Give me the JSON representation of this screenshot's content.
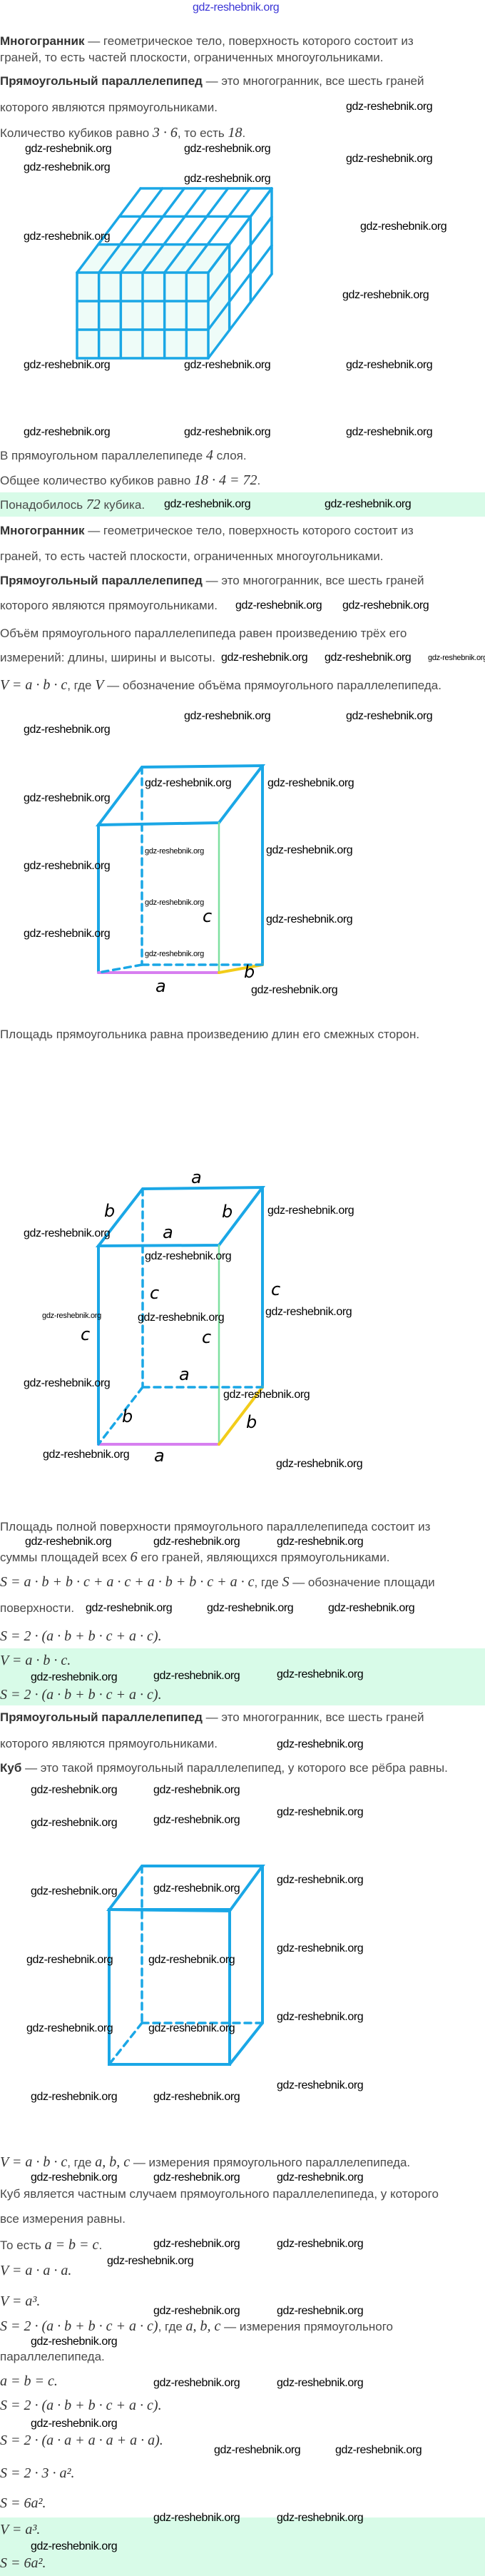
{
  "header": {
    "site_link": "gdz-reshebnik.org"
  },
  "watermark": "gdz-reshebnik.org",
  "colors": {
    "edge": "#1aa7e6",
    "front_slab": "#4fd1c5",
    "green_edge": "#7ee0a0",
    "purple_edge": "#d77ff0",
    "yellow_edge": "#f2cc1a",
    "answer_band": "#d8fbe8"
  },
  "lines": {
    "l1": [
      {
        "b": "Многогранник"
      },
      {
        "t": " — геометрическое тело, поверхность которого состоит из"
      }
    ],
    "l2": [
      {
        "t": "граней, то есть частей плоскости, ограниченных многоугольниками."
      }
    ],
    "l3": [
      {
        "b": "Прямоугольный параллелепипед"
      },
      {
        "t": " — это многогранник, все шесть граней"
      }
    ],
    "l4": [
      {
        "t": "которого являются прямоугольниками."
      }
    ],
    "l5": [
      {
        "t": "Количество кубиков равно "
      },
      {
        "m": "3 · 6"
      },
      {
        "t": ", то есть "
      },
      {
        "m": "18"
      },
      {
        "t": "."
      }
    ],
    "l6": [
      {
        "t": "В прямоугольном параллелепипеде "
      },
      {
        "m": "4"
      },
      {
        "t": " слоя."
      }
    ],
    "l7": [
      {
        "t": "Общее количество кубиков равно "
      },
      {
        "m": "18 · 4 = 72"
      },
      {
        "t": "."
      }
    ],
    "l8": [
      {
        "t": "Понадобилось "
      },
      {
        "m": "72"
      },
      {
        "t": " кубика."
      }
    ],
    "l9": [
      {
        "b": "Многогранник"
      },
      {
        "t": " — геометрическое тело, поверхность которого состоит из"
      }
    ],
    "l10": [
      {
        "t": "граней, то есть частей плоскости, ограниченных многоугольниками."
      }
    ],
    "l11": [
      {
        "b": "Прямоугольный параллелепипед"
      },
      {
        "t": " — это многогранник, все шесть граней"
      }
    ],
    "l12": [
      {
        "t": "которого являются прямоугольниками."
      }
    ],
    "l13": [
      {
        "t": "Объём прямоугольного параллелепипеда равен произведению трёх его"
      }
    ],
    "l14": [
      {
        "t": "измерений: длины, ширины и высоты."
      }
    ],
    "l15": [
      {
        "m": "V = a · b · c"
      },
      {
        "t": ", где "
      },
      {
        "m": "V"
      },
      {
        "t": " — обозначение объёма прямоугольного параллелепипеда."
      }
    ],
    "l16": [
      {
        "t": "Площадь прямоугольника равна произведению длин его смежных сторон."
      }
    ],
    "l17": [
      {
        "t": "Площадь полной поверхности прямоугольного параллелепипеда состоит из"
      }
    ],
    "l18": [
      {
        "t": "суммы площадей всех "
      },
      {
        "m": "6"
      },
      {
        "t": " его граней, являющихся прямоугольниками."
      }
    ],
    "l19": [
      {
        "m": "S = a · b + b · c + a · c + a · b + b · c + a · c"
      },
      {
        "t": ", где "
      },
      {
        "m": "S"
      },
      {
        "t": " — обозначение площади"
      }
    ],
    "l20": [
      {
        "t": "поверхности."
      }
    ],
    "l21": [
      {
        "m": "S = 2 · (a · b + b · c + a · c)."
      }
    ],
    "l22": [
      {
        "m": "V = a · b · c."
      }
    ],
    "l23": [
      {
        "m": "S = 2 · (a · b + b · c + a · c)."
      }
    ],
    "l24": [
      {
        "b": "Прямоугольный параллелепипед"
      },
      {
        "t": " — это многогранник, все шесть граней"
      }
    ],
    "l25": [
      {
        "t": "которого являются прямоугольниками."
      }
    ],
    "l26": [
      {
        "b": "Куб"
      },
      {
        "t": " — это такой прямоугольный параллелепипед, у которого все рёбра равны."
      }
    ],
    "l27": [
      {
        "m": "V = a · b · c"
      },
      {
        "t": ", где "
      },
      {
        "m": "a, b, c"
      },
      {
        "t": " — измерения прямоугольного параллелепипеда."
      }
    ],
    "l28": [
      {
        "t": "Куб является частным случаем прямоугольного параллелепипеда, у которого"
      }
    ],
    "l29": [
      {
        "t": "все измерения равны."
      }
    ],
    "l30": [
      {
        "t": "То есть "
      },
      {
        "m": "a = b = c"
      },
      {
        "t": "."
      }
    ],
    "l31": [
      {
        "m": "V = a · a · a."
      }
    ],
    "l32": [
      {
        "m": "V = a³."
      }
    ],
    "l33": [
      {
        "m": "S = 2 · (a · b + b · c + a · c)"
      },
      {
        "t": ", где "
      },
      {
        "m": "a, b, c"
      },
      {
        "t": " — измерения прямоугольного"
      }
    ],
    "l34": [
      {
        "t": "параллелепипеда."
      }
    ],
    "l35": [
      {
        "m": "a = b = c."
      }
    ],
    "l36": [
      {
        "m": "S = 2 · (a · b + b · c + a · c)."
      }
    ],
    "l37": [
      {
        "m": "S = 2 · (a · a + a · a + a · a)."
      }
    ],
    "l38": [
      {
        "m": "S = 2 · 3 · a²."
      }
    ],
    "l39": [
      {
        "m": "S = 6a²."
      }
    ],
    "l40": [
      {
        "m": "V = a³."
      }
    ],
    "l41": [
      {
        "m": "S = 6a²."
      }
    ]
  },
  "diagrams": {
    "box1_labels": {
      "c": "c",
      "a": "a",
      "b": "b"
    },
    "box2_labels": {
      "a_top": "a",
      "b_left": "b",
      "b_right": "b",
      "a_front_top": "a",
      "c_inner": "c",
      "c_right": "c",
      "c_left": "c",
      "c_front": "c",
      "a_back_bottom": "a",
      "b_inner": "b",
      "b_bottom": "b",
      "a_bottom": "a"
    }
  }
}
